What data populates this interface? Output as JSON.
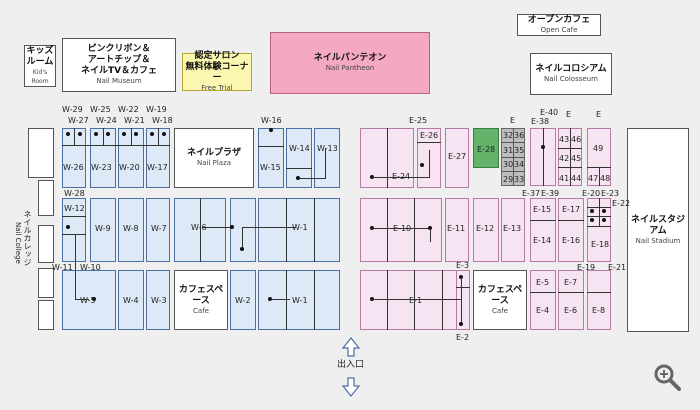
{
  "rooms": {
    "kids": {
      "jp": "キッズ\nルーム",
      "en": "Kid's Room"
    },
    "museum": {
      "jp": "ピンクリボン＆\nアートチップ＆\nネイルTV＆カフェ",
      "en": "Nail Museum"
    },
    "salon": {
      "jp": "認定サロン\n無料体験コーナー",
      "en": "Free Trial"
    },
    "pantheon": {
      "jp": "ネイルパンテオン",
      "en": "Nail Pantheon"
    },
    "open_cafe": {
      "jp": "オープンカフェ",
      "en": "Open Cafe"
    },
    "colosseum": {
      "jp": "ネイルコロシアム",
      "en": "Nail Colosseum"
    },
    "plaza": {
      "jp": "ネイルプラザ",
      "en": "Nail Plaza"
    },
    "stadium": {
      "jp": "ネイルスタジアム",
      "en": "Nail Stadium"
    },
    "cafe_w": {
      "jp": "カフェスペース",
      "en": "Cafe"
    },
    "cafe_e": {
      "jp": "カフェスペース",
      "en": "Cafe"
    }
  },
  "college": {
    "jp": "ネイルカレッジ",
    "en": "Nail College"
  },
  "entrance": "出入口",
  "colors": {
    "west": "#dde9f6",
    "east": "#f6e4f2",
    "pantheon": "#f4a9c0",
    "salon": "#fbf6b0",
    "green": "#63b36b",
    "gray": "#bdbdbd"
  },
  "zoom_icon": "magnifier-plus-icon",
  "booths": {
    "w29": "W-29",
    "w27": "W-27",
    "w25": "W-25",
    "w24": "W-24",
    "w22": "W-22",
    "w21": "W-21",
    "w19": "W-19",
    "w18": "W-18",
    "w26": "W-26",
    "w23": "W-23",
    "w20": "W-20",
    "w17": "W-17",
    "w28": "W-28",
    "w16": "W-16",
    "w15": "W-15",
    "w14": "W-14",
    "w13": "W-13",
    "w12": "W-12",
    "w9": "W-9",
    "w8": "W-8",
    "w7": "W-7",
    "w6": "W-6",
    "w1a": "W-1",
    "w11": "W-11",
    "w10": "W-10",
    "w5": "W-5",
    "w4": "W-4",
    "w3": "W-3",
    "w2": "W-2",
    "w1b": "W-1",
    "e25": "E-25",
    "e26": "E-26",
    "e27": "E-27",
    "e28": "E-28",
    "e24": "E-24",
    "e10": "E-10",
    "e11": "E-11",
    "e12": "E-12",
    "e13": "E-13",
    "e1": "E-1",
    "e3": "E-3",
    "e2": "E-2",
    "e40": "E-40",
    "e38": "E-38",
    "e37": "E-37",
    "e39": "E-39",
    "e20": "E-20",
    "e23": "E-23",
    "e22": "E-22",
    "e15": "E-15",
    "e17": "E-17",
    "e14": "E-14",
    "e16": "E-16",
    "e18": "E-18",
    "e19": "E-19",
    "e21": "E-21",
    "e5": "E-5",
    "e7": "E-7",
    "e4": "E-4",
    "e6": "E-6",
    "e8": "E-8",
    "e_a": "E",
    "e_b": "E",
    "e_c": "E",
    "n32": "32",
    "n36": "36",
    "n31": "31",
    "n35": "35",
    "n30": "30",
    "n34": "34",
    "n29": "29",
    "n33": "33",
    "n43": "43",
    "n46": "46",
    "n42": "42",
    "n45": "45",
    "n41": "41",
    "n44": "44",
    "n49": "49",
    "n47": "47",
    "n48": "48"
  }
}
